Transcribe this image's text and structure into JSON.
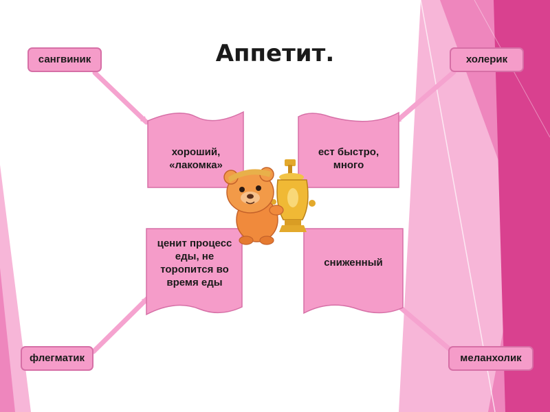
{
  "title": "Аппетит.",
  "temperaments": {
    "sanguine": "сангвиник",
    "choleric": "холерик",
    "phlegmatic": "флегматик",
    "melancholic": "меланхолик"
  },
  "traits": {
    "sanguine": [
      "хороший,",
      "«лакомка»"
    ],
    "choleric": [
      "ест быстро,",
      "много"
    ],
    "phlegmatic": [
      "ценит процесс",
      "еды, не",
      "торопится во",
      "время еды"
    ],
    "melancholic": [
      "сниженный"
    ]
  },
  "illustration": "cartoon-bear-with-samovar",
  "colors": {
    "box_fill": "#f59cc9",
    "box_stroke": "#d66fa6",
    "arrow": "#f5a3cf",
    "decor_light": "#f7b6d8",
    "decor_mid": "#ee86bd",
    "decor_dark": "#d9418f"
  }
}
